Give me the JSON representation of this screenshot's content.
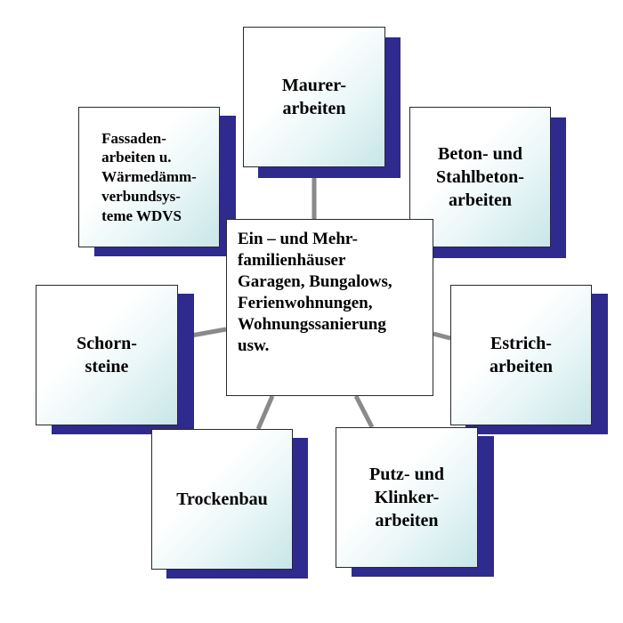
{
  "center": {
    "text": "Ein – und  Mehr-\nfamilienhäuser\nGaragen, Bungalows,\nFerienwohnungen,\nWohnungssanierung\nusw."
  },
  "nodes": {
    "maurer": "Maurer-\narbeiten",
    "beton": "Beton- und\nStahlbeton-\narbeiten",
    "estrich": "Estrich-\narbeiten",
    "putz": "Putz- und\nKlinker-\narbeiten",
    "trockenbau": "Trockenbau",
    "schornsteine": "Schorn-\nsteine",
    "fassaden": "Fassaden-\narbeiten u.\nWärmedämm-\nverbundsys-\nteme  WDVS"
  },
  "colors": {
    "shadow": "#2e2a8e",
    "connector": "#8a8a8a",
    "box_gradient_end": "#c7e6e8"
  }
}
